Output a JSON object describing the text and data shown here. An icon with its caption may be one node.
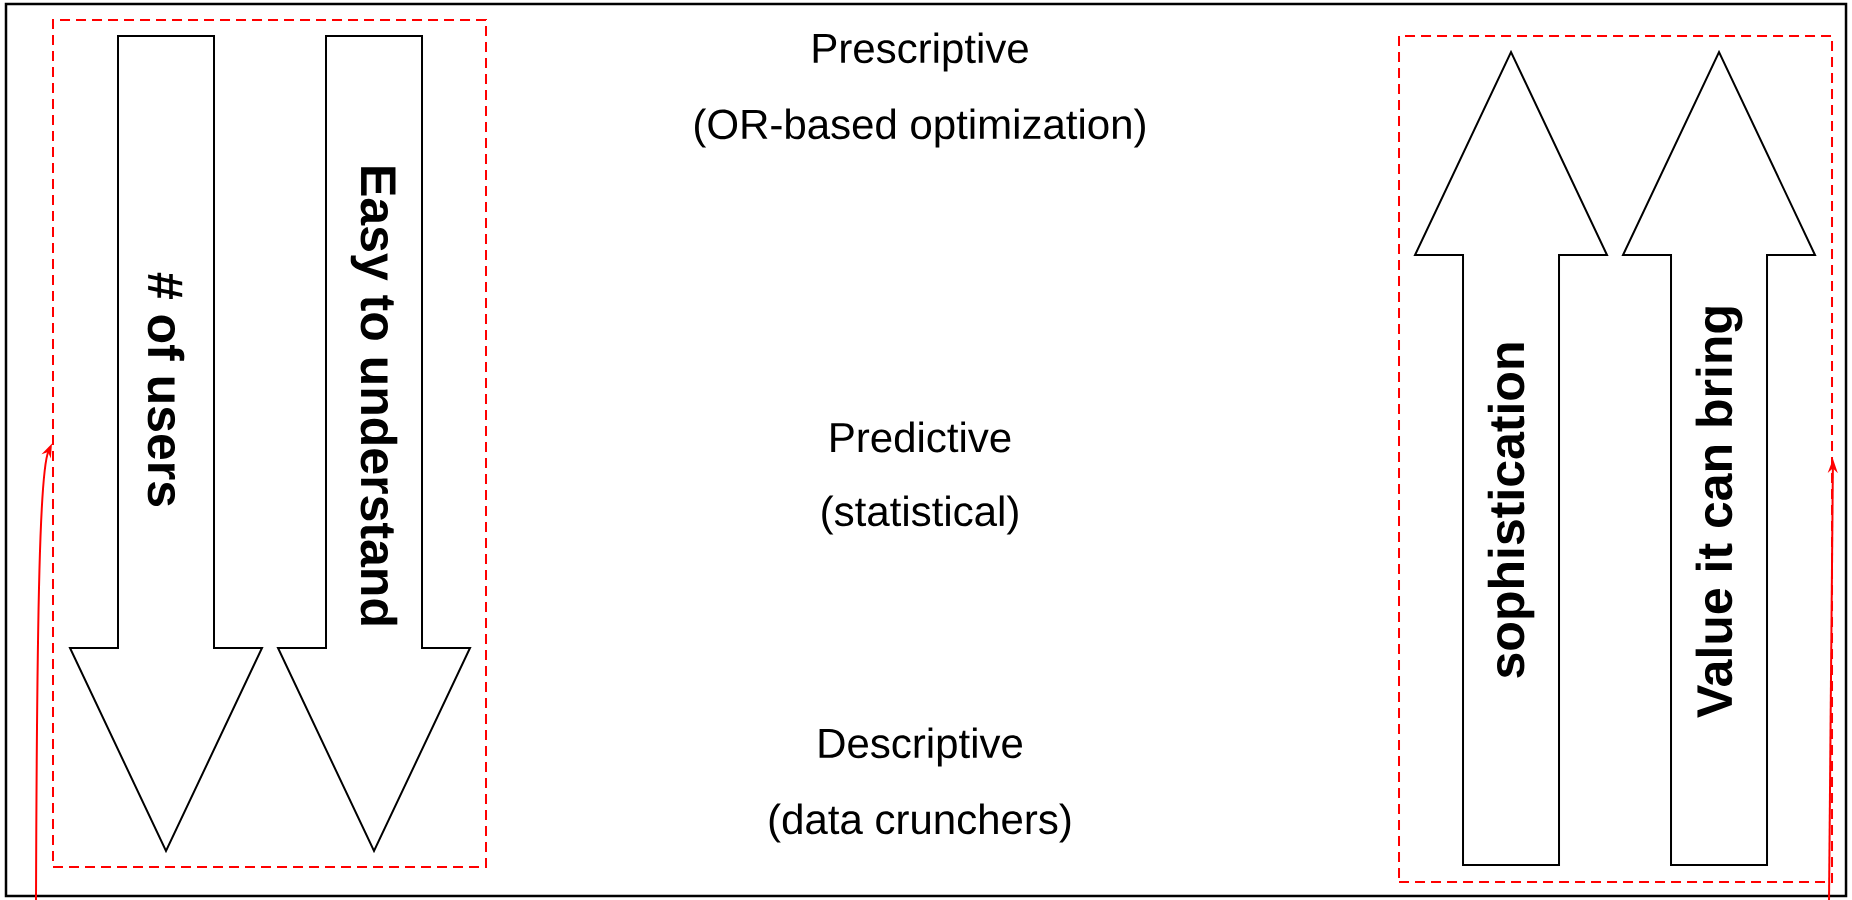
{
  "diagram": {
    "nodes": [
      {
        "text": [],
        "shape": "box"
      },
      {
        "text": [
          "# of users"
        ],
        "in": 0
      },
      {
        "text": [
          "Easy to understand"
        ],
        "in": 0
      },
      {
        "text": [],
        "shape": "box"
      },
      {
        "text": [
          "sophistication"
        ],
        "in": 3
      },
      {
        "text": [
          "Value it can bring"
        ],
        "in": 3
      }
    ],
    "edges": [
      {
        "from": null,
        "to": 0,
        "arrow": "to",
        "color": "#ff0000"
      },
      {
        "from": null,
        "to": 3,
        "arrow": "to",
        "color": "#ff0000"
      }
    ],
    "labels": [
      "Prescriptive",
      "(OR-based optimization)",
      "Predictive",
      "(statistical)",
      "Descriptive",
      "(data crunchers)"
    ]
  }
}
